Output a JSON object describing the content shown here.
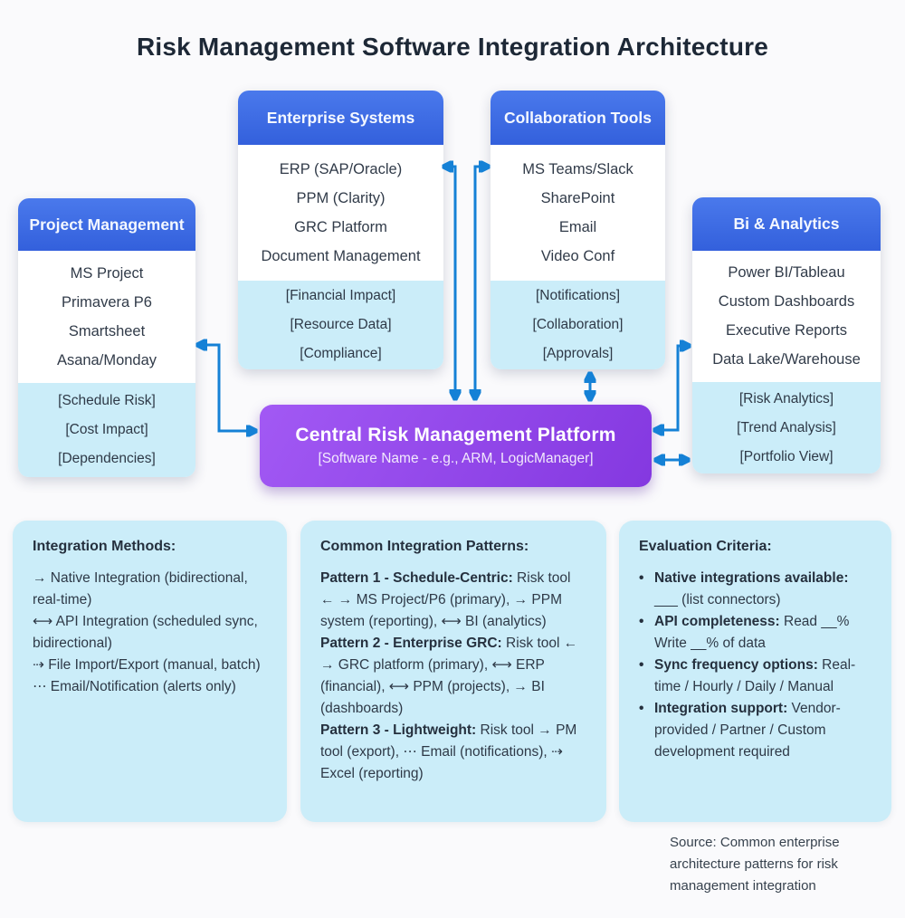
{
  "title": "Risk Management Software Integration Architecture",
  "systems": [
    {
      "header": "Project Management",
      "items": [
        "MS Project",
        "Primavera P6",
        "Smartsheet",
        "Asana/Monday"
      ],
      "outputs": [
        "[Schedule Risk]",
        "[Cost Impact]",
        "[Dependencies]"
      ]
    },
    {
      "header": "Enterprise Systems",
      "items": [
        "ERP (SAP/Oracle)",
        "PPM (Clarity)",
        "GRC Platform",
        "Document Management"
      ],
      "outputs": [
        "[Financial Impact]",
        "[Resource Data]",
        "[Compliance]"
      ]
    },
    {
      "header": "Collaboration Tools",
      "items": [
        "MS Teams/Slack",
        "SharePoint",
        "Email",
        "Video Conf"
      ],
      "outputs": [
        "[Notifications]",
        "[Collaboration]",
        "[Approvals]"
      ]
    },
    {
      "header": "Bi & Analytics",
      "items": [
        "Power BI/Tableau",
        "Custom Dashboards",
        "Executive Reports",
        "Data Lake/Warehouse"
      ],
      "outputs": [
        "[Risk Analytics]",
        "[Trend Analysis]",
        "[Portfolio View]"
      ]
    }
  ],
  "platform": {
    "title": "Central Risk Management Platform",
    "subtitle": "[Software Name - e.g., ARM, LogicManager]"
  },
  "integration_methods": {
    "title": "Integration Methods:",
    "lines": [
      "→ Native Integration (bidirectional, real-time)",
      "⟷ API Integration (scheduled sync, bidirectional)",
      "⇢ File Import/Export (manual, batch)",
      "⋯ Email/Notification (alerts only)"
    ]
  },
  "integration_patterns": {
    "title": "Common Integration Patterns:",
    "patterns": [
      {
        "label": "Pattern 1 - Schedule-Centric:",
        "text": " Risk tool ← → MS Project/P6 (primary), → PPM system (reporting), ⟷ BI (analytics)"
      },
      {
        "label": "Pattern 2 - Enterprise GRC:",
        "text": " Risk tool ← → GRC platform (primary), ⟷ ERP (financial), ⟷ PPM (projects), → BI (dashboards)"
      },
      {
        "label": "Pattern 3 - Lightweight:",
        "text": " Risk tool → PM tool (export), ⋯ Email (notifications), ⇢ Excel (reporting)"
      }
    ]
  },
  "evaluation_criteria": {
    "title": "Evaluation Criteria:",
    "bullets": [
      {
        "label": "Native integrations available:",
        "text": " ___ (list connectors)"
      },
      {
        "label": "API completeness:",
        "text": " Read __% Write __% of data"
      },
      {
        "label": "Sync frequency options:",
        "text": " Real-time / Hourly / Daily / Manual"
      },
      {
        "label": "Integration support:",
        "text": " Vendor-provided / Partner / Custom development required"
      }
    ]
  },
  "source": "Source: Common enterprise architecture patterns for risk management integration",
  "colors": {
    "header_blue": "#3D6DE4",
    "light_blue": "#CBEDF9",
    "platform_purple_start": "#A259F4",
    "platform_purple_end": "#8438E0",
    "arrow_blue": "#1581D6",
    "title_ink": "#1D2836"
  }
}
